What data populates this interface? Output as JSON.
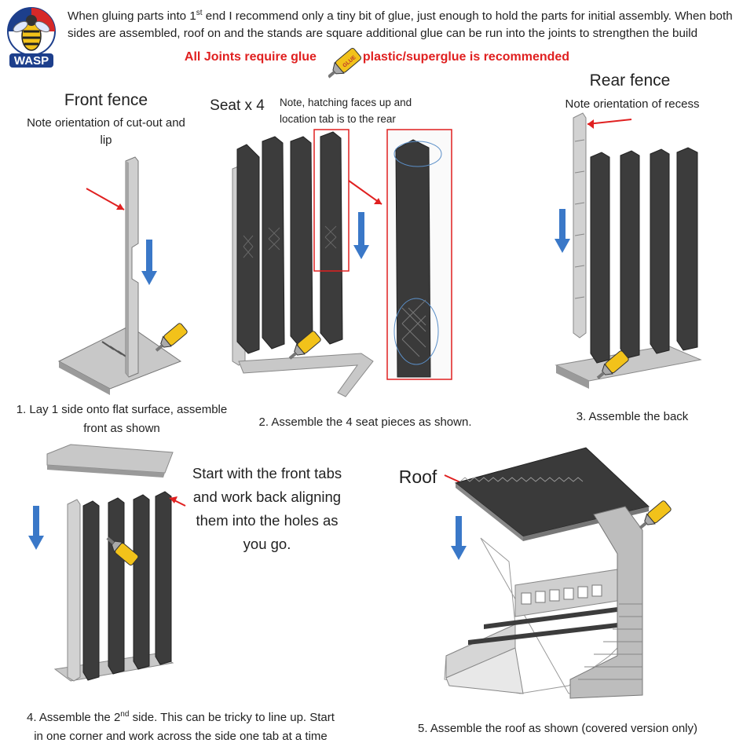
{
  "intro": {
    "p1": "When gluing parts into 1",
    "p1_sup": "st",
    "p2": " end I recommend only a tiny bit of glue, just enough to hold the parts for initial assembly. When both sides are assembled, roof on and the stands are square additional glue can be run into the joints to strengthen the build"
  },
  "glue_banner": {
    "left": "All Joints require glue",
    "right": "plastic/superglue is recommended",
    "tube_label": "GLUE"
  },
  "step1": {
    "heading": "Front fence",
    "note_line1": "Note orientation of cut-out and",
    "note_line2": "lip",
    "caption_line1": "1. Lay 1 side onto flat surface, assemble",
    "caption_line2": "front as shown"
  },
  "step2": {
    "heading": "Seat x 4",
    "note_line1": "Note, hatching faces up and",
    "note_line2": "location tab is to the rear",
    "caption": "2. Assemble the 4 seat pieces as shown."
  },
  "step3": {
    "heading": "Rear fence",
    "note": "Note orientation of recess",
    "caption": "3. Assemble the back"
  },
  "step4": {
    "note_line1": "Start with the front tabs",
    "note_line2": "and work back aligning",
    "note_line3": "them into the holes as",
    "note_line4": "you go.",
    "caption_line1_a": "4. Assemble the 2",
    "caption_line1_sup": "nd",
    "caption_line1_b": " side. This can be tricky to line up. Start",
    "caption_line2": "in one corner and work across the side one tab at a time"
  },
  "step5": {
    "heading": "Roof",
    "caption": "5. Assemble the roof as shown (covered version only)"
  },
  "colors": {
    "accent_red": "#e02020",
    "arrow_blue": "#3a78c8",
    "seat_dark": "#3a3a3a",
    "frame_grey": "#b4b4b4",
    "glue_yellow": "#f2c21a"
  }
}
